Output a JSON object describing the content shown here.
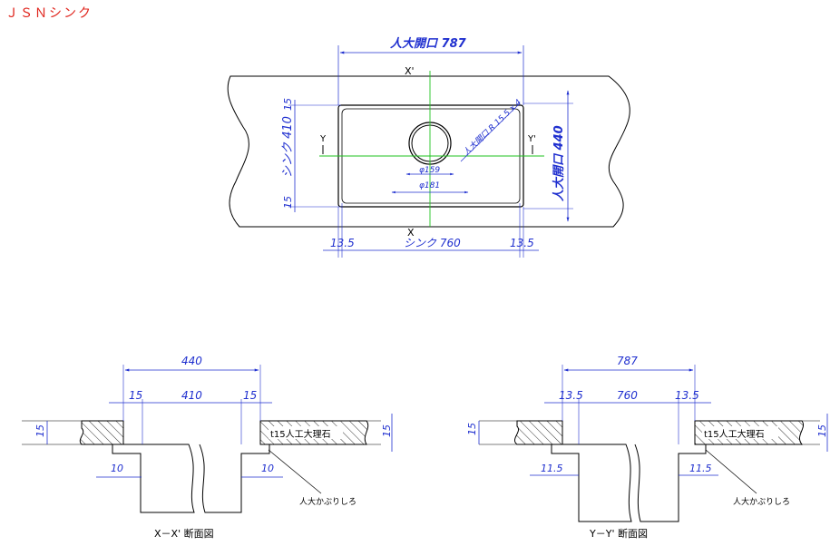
{
  "title": "ＪＳＮシンク",
  "plan": {
    "open_width_label": "人大開口  787",
    "x_top": "X'",
    "x_bottom": "X",
    "y_left": "Y",
    "y_right": "Y'",
    "dim_15_top": "15",
    "dim_15_bottom": "15",
    "sink_410": "シンク 410",
    "open_440": "人大開口  440",
    "radius_note": "人大開口 R 15.5 x 4",
    "phi159": "φ159",
    "phi181": "φ181",
    "left_13_5": "13.5",
    "right_13_5": "13.5",
    "sink_760": "シンク 760"
  },
  "section_x": {
    "total": "440",
    "left_15": "15",
    "middle": "410",
    "right_15": "15",
    "thickness_left": "15",
    "thickness_right": "15",
    "lip_left": "10",
    "lip_right": "10",
    "material": "t15人工大理石",
    "note": "人大かぶりしろ",
    "caption": "X－X' 断面図"
  },
  "section_y": {
    "total": "787",
    "left_13_5": "13.5",
    "middle": "760",
    "right_13_5": "13.5",
    "thickness_left": "15",
    "thickness_right": "15",
    "lip_left": "11.5",
    "lip_right": "11.5",
    "material": "t15人工大理石",
    "note": "人大かぶりしろ",
    "caption": "Y－Y' 断面図"
  },
  "colors": {
    "title": "#e0241c",
    "dimension": "#1f2fcf",
    "centerline": "#1ec21e",
    "outline": "#000000"
  }
}
